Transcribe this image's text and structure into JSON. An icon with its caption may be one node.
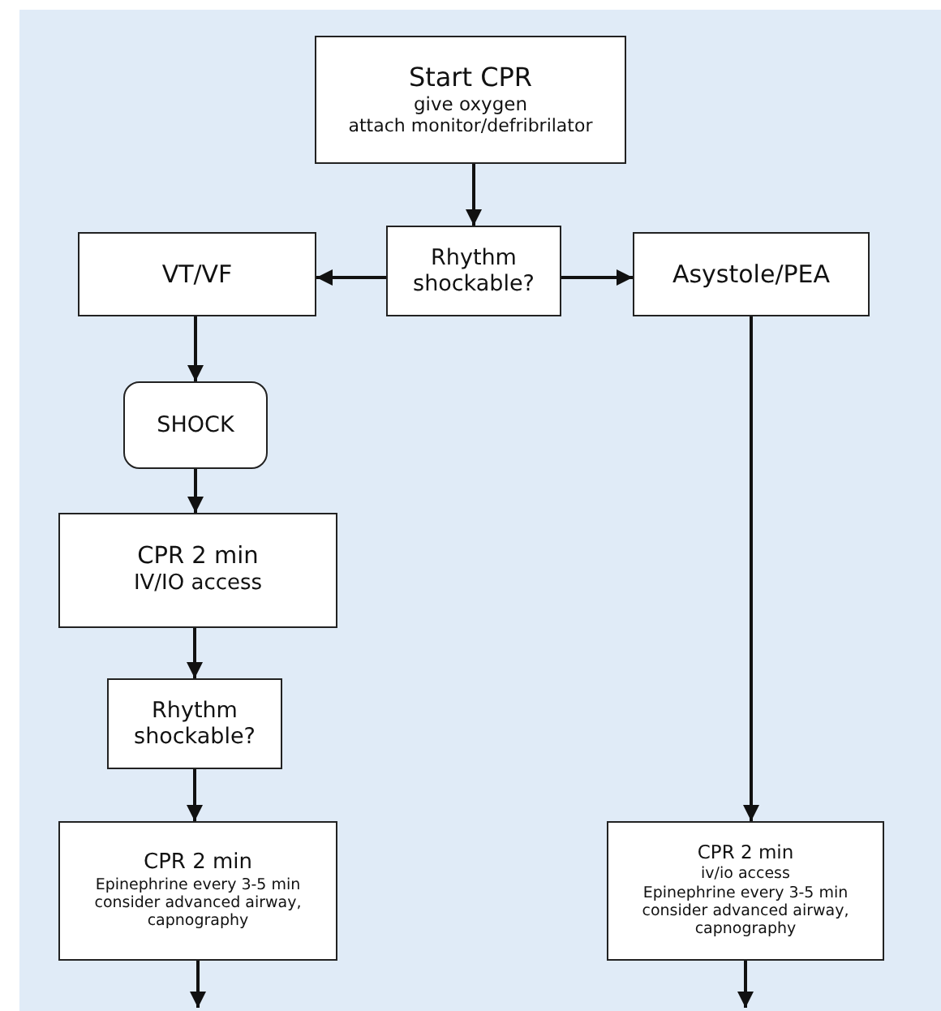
{
  "diagram": {
    "nodes": [
      {
        "text": [
          "Start CPR",
          "give oxygen",
          "attach monitor/defribrilator"
        ]
      },
      {
        "text": [
          "Rhythm shockable?"
        ]
      },
      {
        "text": [
          "VT/VF"
        ]
      },
      {
        "text": [
          "Asystole/PEA"
        ]
      },
      {
        "text": [
          "SHOCK"
        ]
      },
      {
        "text": [
          "CPR 2 min",
          "IV/IO access"
        ]
      },
      {
        "text": [
          "Rhythm shockable?"
        ]
      },
      {
        "text": [
          "CPR 2 min",
          "Epinephrine every 3-5 min",
          "consider advanced airway, capnography"
        ]
      },
      {
        "text": [
          "CPR 2 min",
          "iv/io access",
          "Epinephrine every 3-5 min",
          "consider advanced airway, capnography"
        ]
      }
    ],
    "edges": [
      {
        "from": 0,
        "to": 1,
        "arrow": "to"
      },
      {
        "from": 1,
        "to": 2,
        "arrow": "to"
      },
      {
        "from": 1,
        "to": 3,
        "arrow": "to"
      },
      {
        "from": 2,
        "to": 4,
        "arrow": "to"
      },
      {
        "from": 4,
        "to": 5,
        "arrow": "to"
      },
      {
        "from": 5,
        "to": 6,
        "arrow": "to"
      },
      {
        "from": 6,
        "to": 7,
        "arrow": "to"
      },
      {
        "from": 3,
        "to": 8,
        "arrow": "to"
      },
      {
        "from": 7,
        "to": null,
        "arrow": "to"
      },
      {
        "from": 8,
        "to": null,
        "arrow": "to"
      }
    ]
  }
}
